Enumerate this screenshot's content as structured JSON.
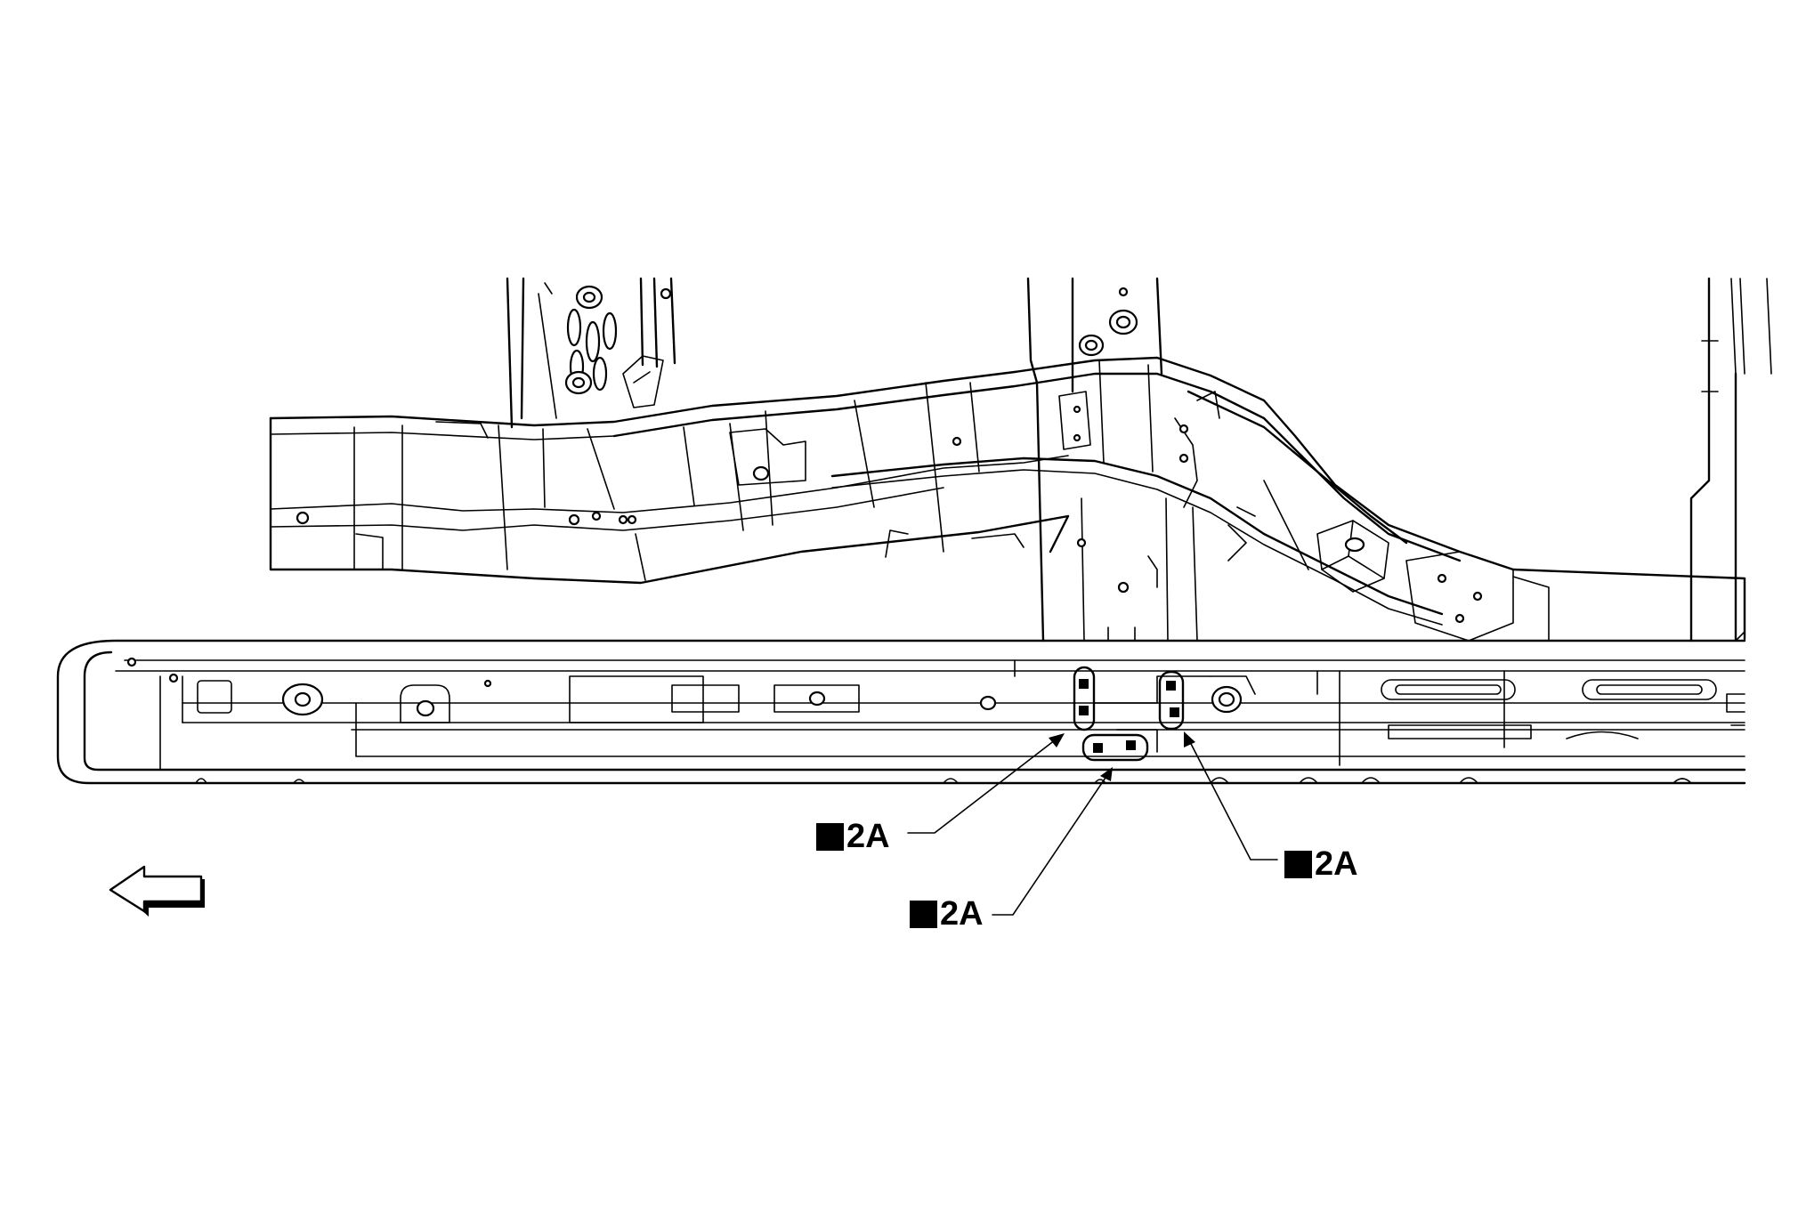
{
  "callouts": [
    {
      "id": "weld-2A-left",
      "label": "2A",
      "marker": "black-square"
    },
    {
      "id": "weld-2A-bottom",
      "label": "2A",
      "marker": "black-square"
    },
    {
      "id": "weld-2A-right",
      "label": "2A",
      "marker": "black-square"
    }
  ],
  "icons": {
    "direction_arrow": "front-direction-arrow-icon"
  },
  "colors": {
    "line": "#000000",
    "background": "#ffffff"
  }
}
